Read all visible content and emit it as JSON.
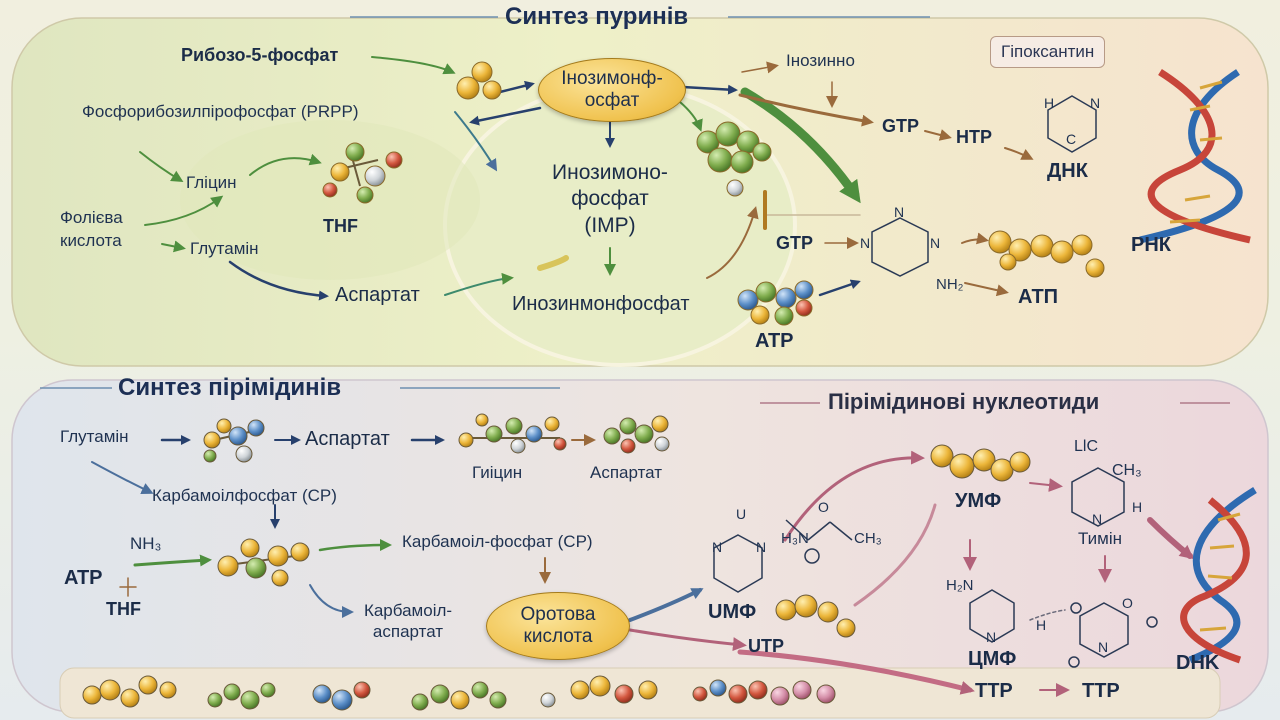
{
  "purine": {
    "title": "Синтез пуринів",
    "ribose": "Рибозо-5-фосфат",
    "prpp": "Фосфорибозилпірофосфат (PRPP)",
    "glycine": "Гліцин",
    "folic_acid_1": "Фолієва",
    "folic_acid_2": "кислота",
    "glutamine": "Глутамін",
    "thf": "THF",
    "aspartate": "Аспартат",
    "imp_oval_1": "Інозимонф-",
    "imp_oval_2": "осфат",
    "imp_center_1": "Инозимоно-",
    "imp_center_2": "фосфат",
    "imp_center_3": "(IMP)",
    "inosine_mp": "Инозинмонфосфат",
    "inosine": "Інозинно",
    "hypoxanthine": "Гіпоксантин",
    "gtp_1": "GTP",
    "htp": "HTP",
    "dna": "ДНК",
    "gtp_2": "GTP",
    "rna": "РНК",
    "atp": "ATP",
    "atp_ua": "АТП",
    "nh2": "NH₂",
    "ring_n": "N",
    "ring_c": "C",
    "ring_h": "H"
  },
  "pyrimidine": {
    "title": "Синтез пірімідинів",
    "nucleotides_title": "Пірімідинові нуклеотиди",
    "glutamine": "Глутамін",
    "aspartate_1": "Аспартат",
    "glycine": "Гиіцин",
    "aspartate_2": "Аспартат",
    "carbamoyl_p": "Карбамоілфосфат (CP)",
    "nh3": "NH₃",
    "atp": "ATP",
    "thf": "THF",
    "carbamoyl_p_2": "Карбамоіл-фосфат (CP)",
    "carbamoyl_asp_1": "Карбамоіл-",
    "carbamoyl_asp_2": "аспартат",
    "orotic_1": "Оротова",
    "orotic_2": "кислота",
    "ump_1": "UМФ",
    "utp": "UTP",
    "ump_2": "УМФ",
    "thymine": "Тимін",
    "cmp": "ЦМФ",
    "ttp_1": "TTP",
    "ttp_2": "TTP",
    "dhk": "DHK",
    "ch3": "CH₃",
    "h3c": "H₃N",
    "lc": "LlC",
    "h2n": "H₂N",
    "ring_n": "N",
    "ring_o": "O",
    "ring_h": "H",
    "u_label": "U"
  },
  "colors": {
    "purine_zone": "#ecefc7",
    "pyrimidine_zone": "#eadbe0",
    "gold": "#e9b63c",
    "green": "#7fae4e",
    "blue": "#5b8fc8",
    "red": "#d0543c",
    "arrow_navy": "#27406d",
    "arrow_green": "#4e8f3e",
    "arrow_brown": "#9a6a3c",
    "arrow_pink": "#b2627a"
  }
}
